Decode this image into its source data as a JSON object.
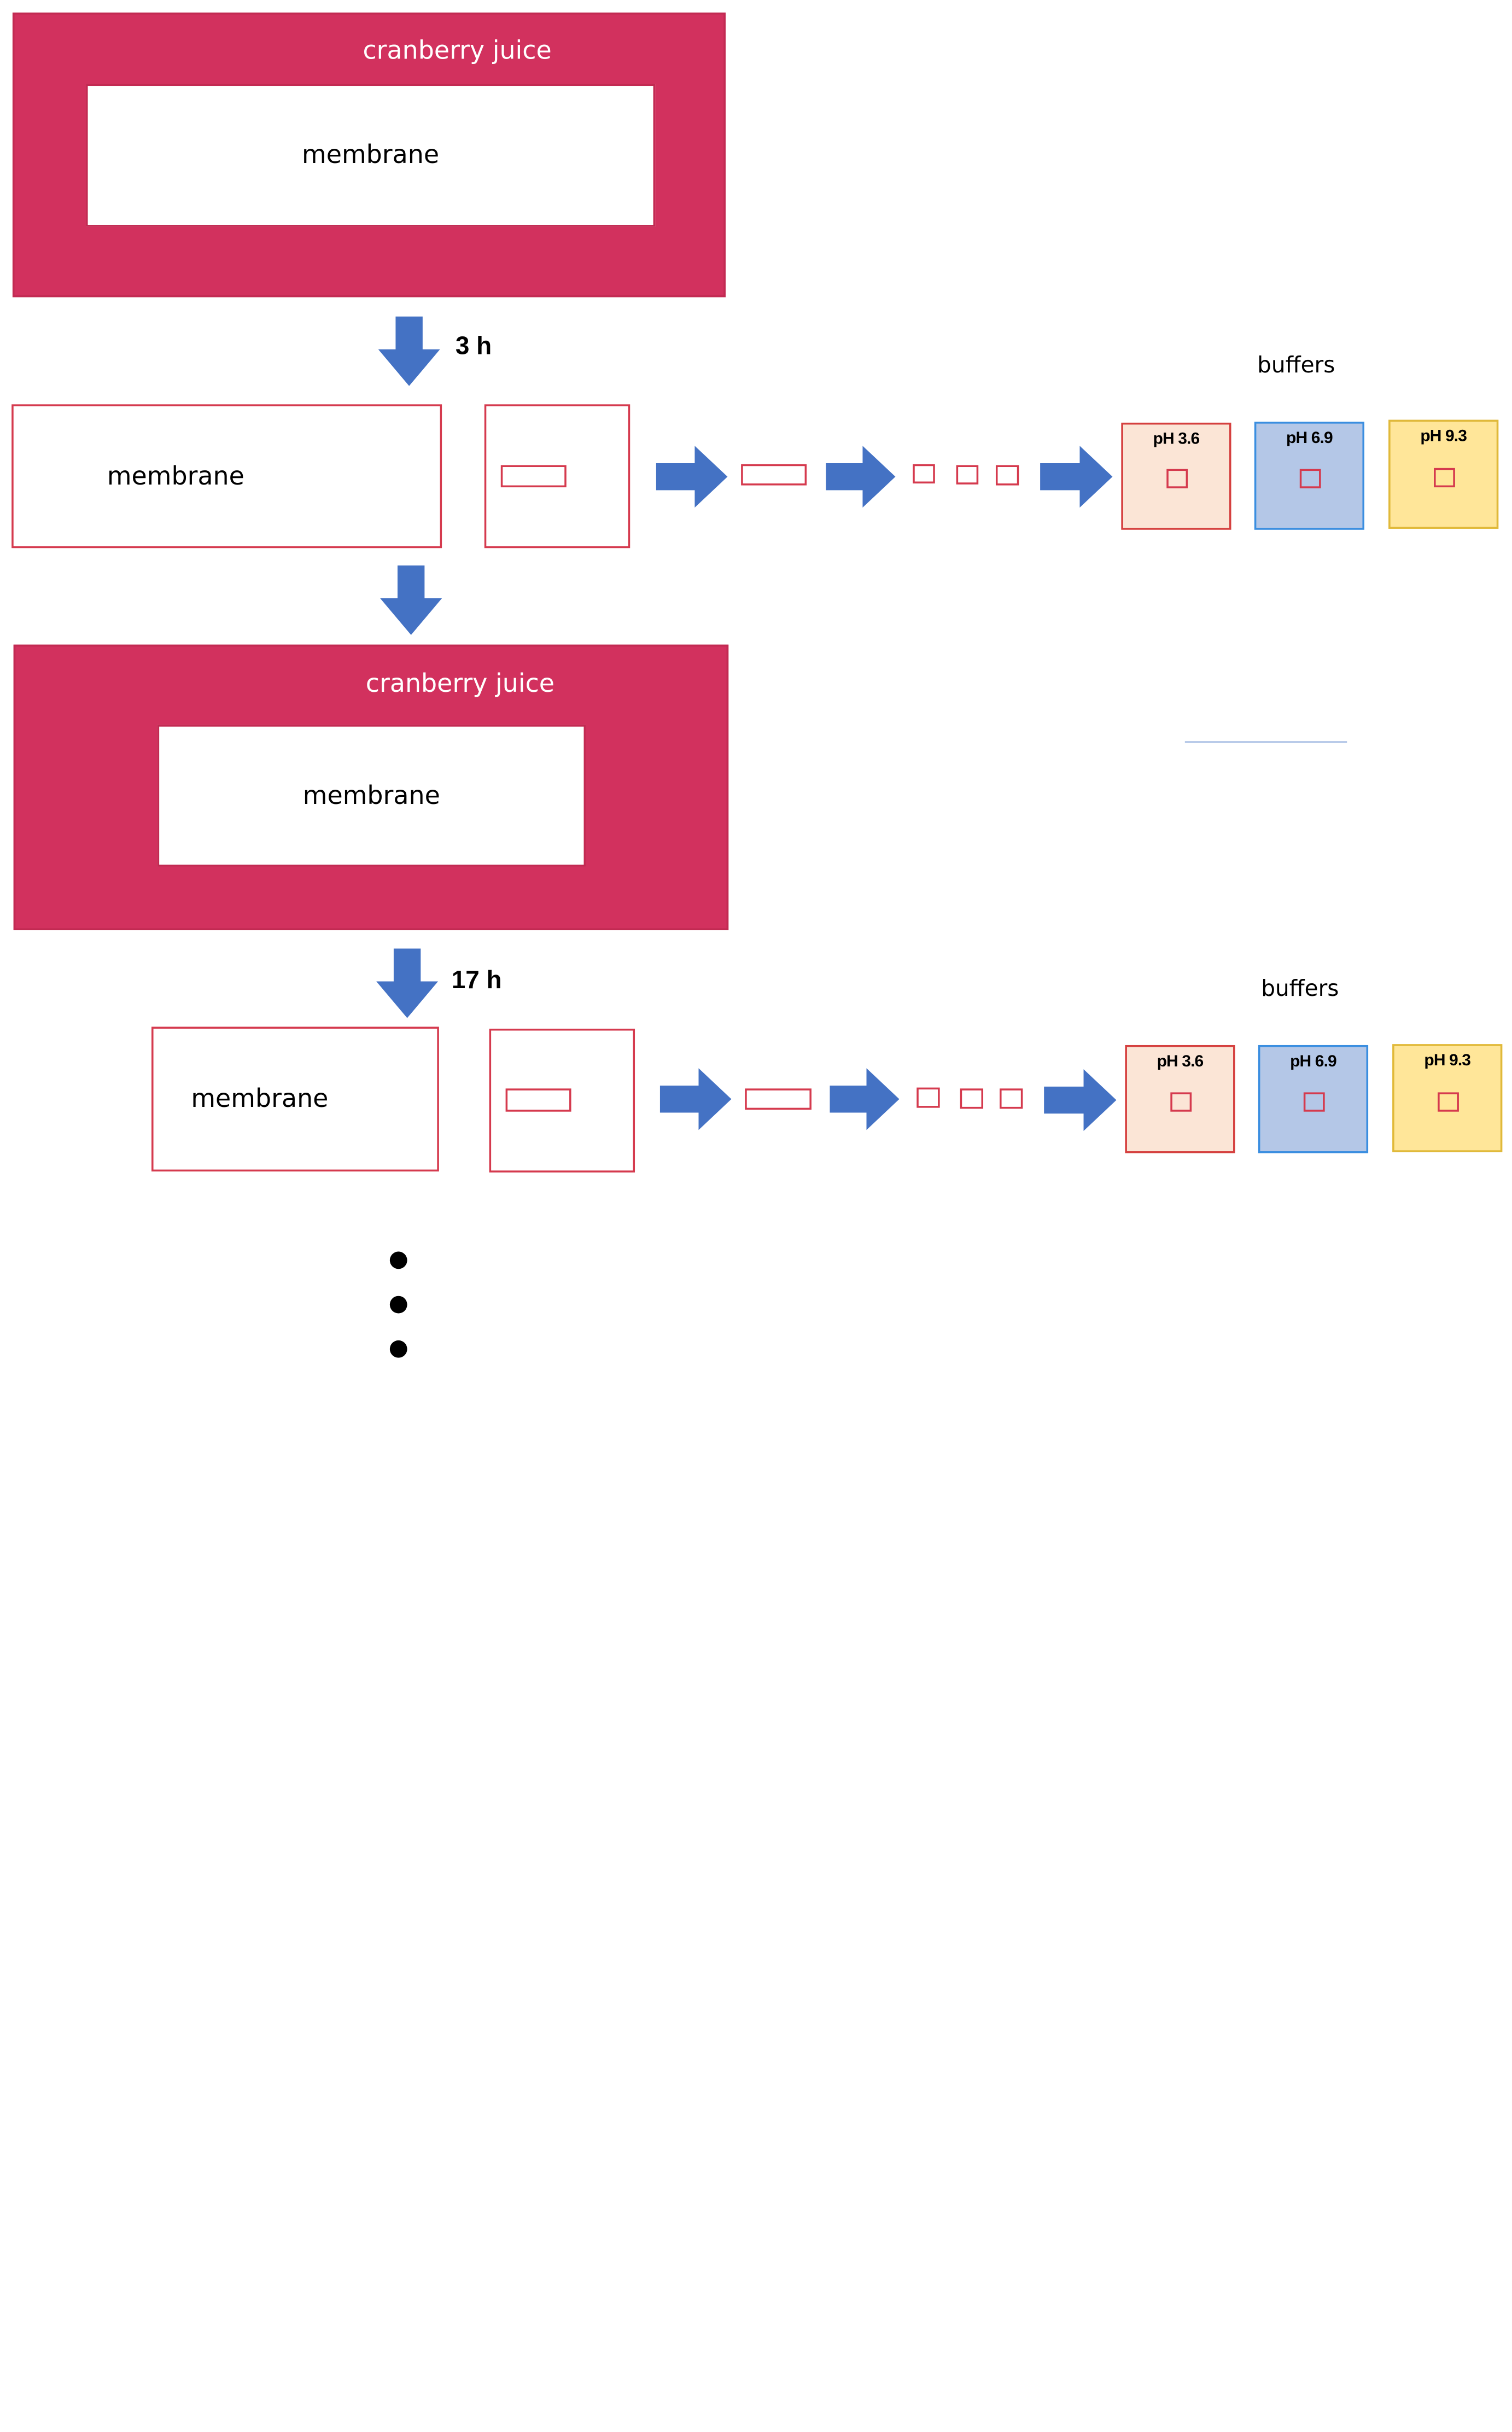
{
  "labels": {
    "juice": "cranberry juice",
    "membrane": "membrane",
    "buffers": "buffers",
    "step1_time": "3 h",
    "step2_time": "17 h"
  },
  "buffers": [
    {
      "ph": "pH 3.6",
      "color": "#fbe5d6"
    },
    {
      "ph": "pH 6.9",
      "color": "#b4c7e7"
    },
    {
      "ph": "pH 9.3",
      "color": "#ffe699"
    }
  ],
  "colors": {
    "juice": "#d2315e",
    "outline": "#d53a4e",
    "arrow": "#4472c4"
  }
}
